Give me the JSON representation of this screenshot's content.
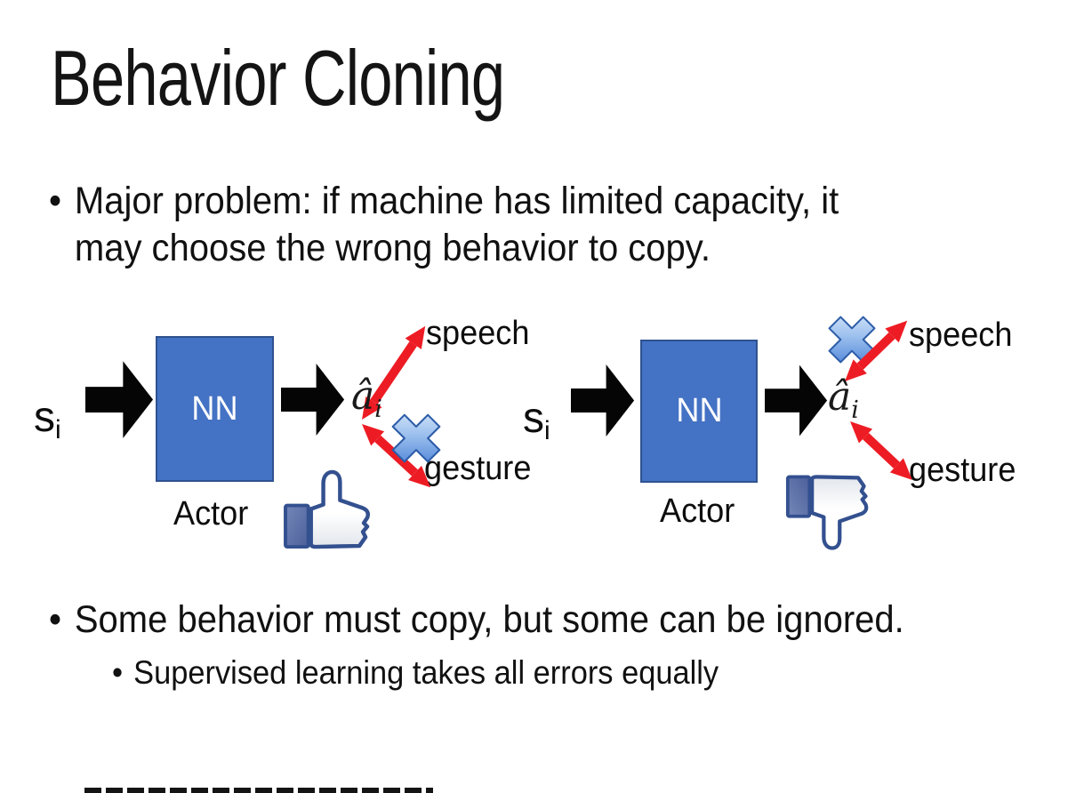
{
  "slide": {
    "title": "Behavior Cloning",
    "bullet_glyph": "•",
    "bullet1_line1": "Major problem: if machine has limited capacity, it",
    "bullet1_line2": "may choose the wrong behavior to copy.",
    "bullet2": "Some behavior must copy, but some can be ignored.",
    "bullet2_sub": "Supervised learning takes all errors equally"
  },
  "diagram_left": {
    "input_var": "s",
    "input_sub": "i",
    "nn_label": "NN",
    "actor_label": "Actor",
    "output_var": "â",
    "output_sub": "i",
    "speech_label": "speech",
    "gesture_label": "gesture",
    "crossed_out": "gesture",
    "feedback_icon": "thumbs-up"
  },
  "diagram_right": {
    "input_var": "s",
    "input_sub": "i",
    "nn_label": "NN",
    "actor_label": "Actor",
    "output_var": "â",
    "output_sub": "i",
    "speech_label": "speech",
    "gesture_label": "gesture",
    "crossed_out": "speech",
    "feedback_icon": "thumbs-down"
  },
  "colors": {
    "background": "#FFFFFF",
    "text": "#111111",
    "nn_box_fill": "#4472C4",
    "nn_box_border": "#2F528F",
    "black_arrow": "#050505",
    "red_arrow": "#ED1C24",
    "cross_blue": "#4A84DC",
    "thumb_outline": "#33508F",
    "thumb_cuff": "#5A6CA2"
  }
}
